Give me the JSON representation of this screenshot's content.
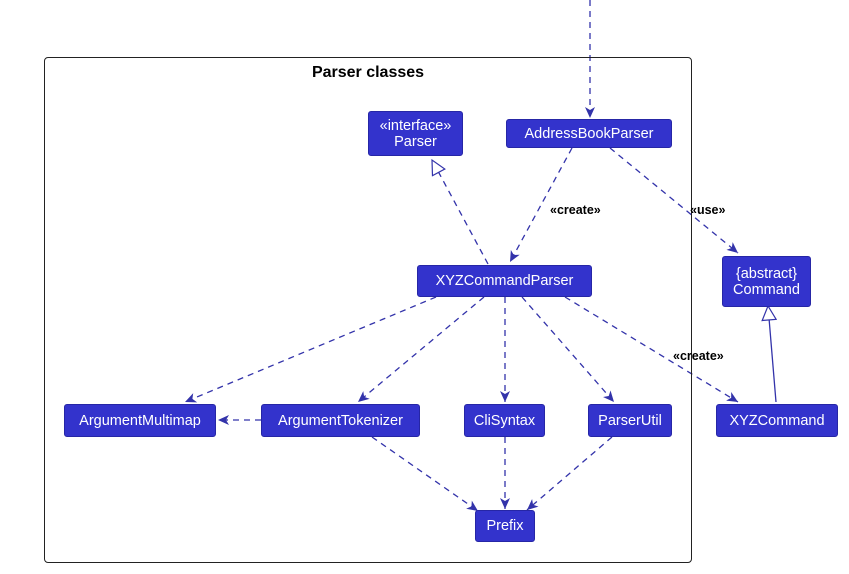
{
  "package": {
    "title": "Parser classes"
  },
  "nodes": {
    "parser": {
      "stereotype": "«interface»",
      "name": "Parser"
    },
    "addressbookparser": {
      "name": "AddressBookParser"
    },
    "xyzcommandparser": {
      "name": "XYZCommandParser"
    },
    "command": {
      "stereotype": "{abstract}",
      "name": "Command"
    },
    "argumentmultimap": {
      "name": "ArgumentMultimap"
    },
    "argumenttokenizer": {
      "name": "ArgumentTokenizer"
    },
    "clisyntax": {
      "name": "CliSyntax"
    },
    "parserutil": {
      "name": "ParserUtil"
    },
    "xyzcommand": {
      "name": "XYZCommand"
    },
    "prefix": {
      "name": "Prefix"
    }
  },
  "edge_labels": {
    "create_parser": "«create»",
    "use_command": "«use»",
    "create_command": "«create»"
  },
  "colors": {
    "node_fill": "#3333cc",
    "node_text": "#ffffff",
    "edge": "#3333aa"
  }
}
